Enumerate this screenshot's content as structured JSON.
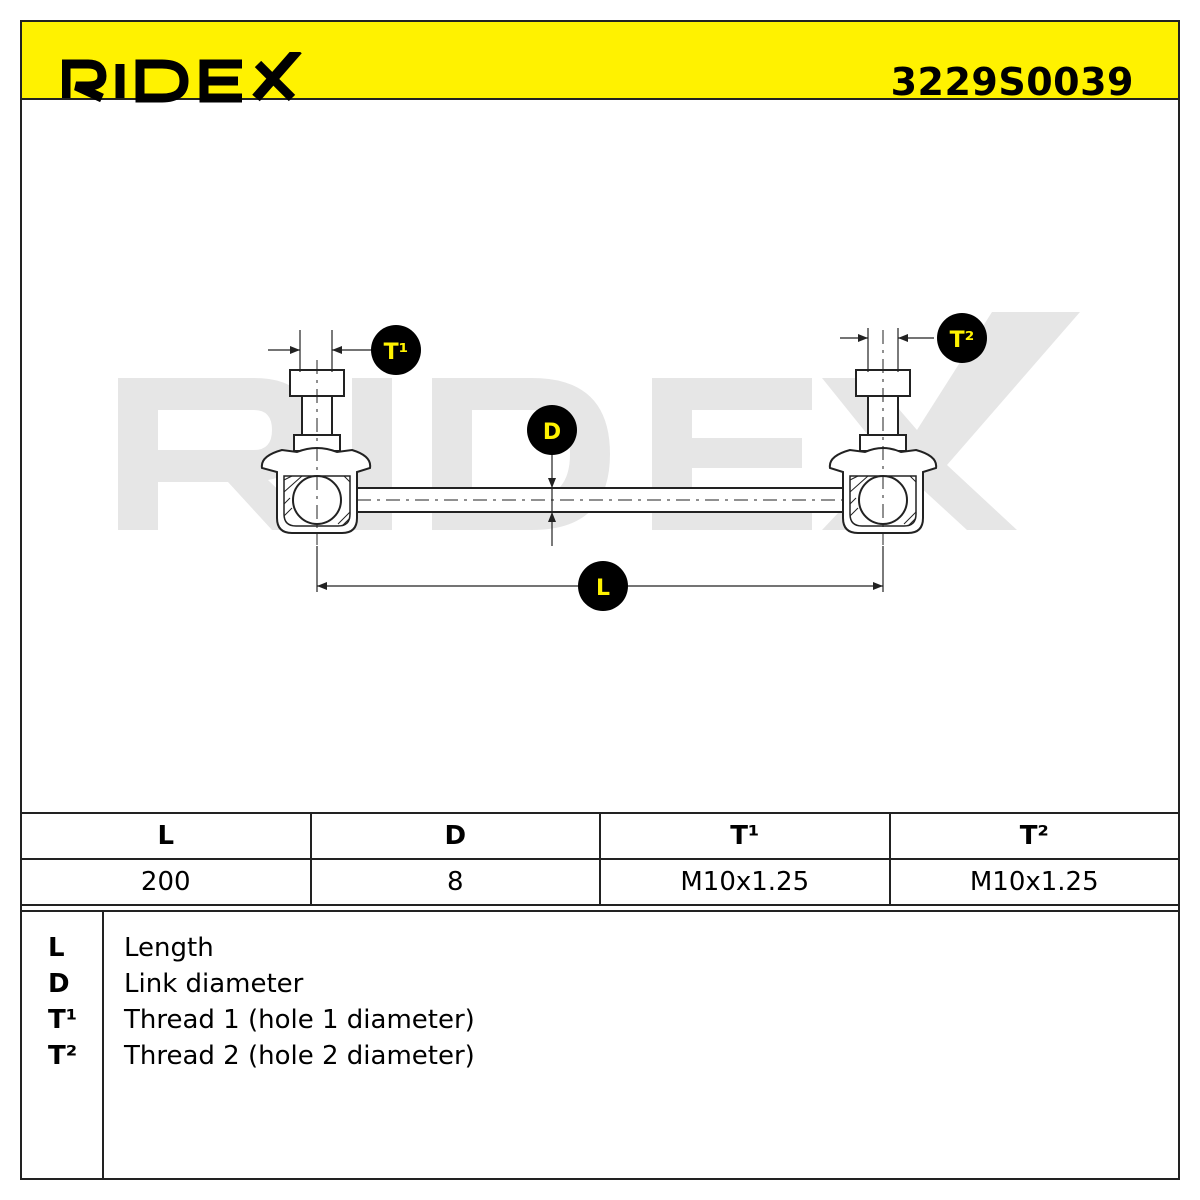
{
  "header": {
    "brand": "RIDEX",
    "part_number": "3229S0039"
  },
  "drawing": {
    "labels": {
      "t1": "T¹",
      "t2": "T²",
      "d": "D",
      "l": "L"
    },
    "watermark": "RIDEX"
  },
  "spec_table": {
    "columns": [
      "L",
      "D",
      "T¹",
      "T²"
    ],
    "values": [
      "200",
      "8",
      "M10x1.25",
      "M10x1.25"
    ]
  },
  "legend": [
    {
      "key": "L",
      "text": "Length"
    },
    {
      "key": "D",
      "text": "Link diameter"
    },
    {
      "key": "T¹",
      "text": "Thread 1 (hole 1 diameter)"
    },
    {
      "key": "T²",
      "text": "Thread 2 (hole 2 diameter)"
    }
  ],
  "colors": {
    "brand_yellow": "#fff200",
    "line": "#222222",
    "watermark": "#e6e6e6"
  }
}
